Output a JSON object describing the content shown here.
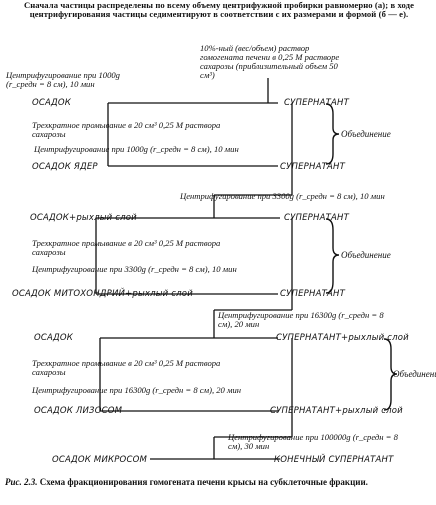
{
  "intro": "Сначала частицы распределены по всему объему центрифужной пробирки равномерно (a); в ходе центрифугирования частицы седиментируют в соответствии с их размерами и формой (б — е).",
  "nodes": {
    "homogenate": "10%-ный (вес/объем) раствор гомогената печени в 0,25 М растворе сахарозы (приблизительный объем 50 см³)",
    "spin1": "Центрифугирование при 1000g (r_средн = 8 см), 10 мин",
    "pellet1": "ОСАДОК",
    "super1": "СУПЕРНАТАНТ",
    "wash1": "Трехкратное промывание в 20 см³ 0,25 М раствора сахарозы",
    "spin1b": "Центрифугирование при 1000g (r_средн = 8 см), 10 мин",
    "combine1": "Объединение",
    "nuclei": "ОСАДОК ЯДЕР",
    "super1b": "СУПЕРНАТАНТ",
    "spin2": "Центрифугирование при 3300g (r_средн = 8 см), 10 мин",
    "pellet2": "ОСАДОК+рыхлый слой",
    "super2": "СУПЕРНАТАНТ",
    "wash2": "Трехкратное промывание в 20 см³ 0,25 М раствора сахарозы",
    "spin2b": "Центрифугирование при 3300g (r_средн = 8 см), 10 мин",
    "combine2": "Объединение",
    "mito": "ОСАДОК МИТОХОНДРИЙ+рыхлый слой",
    "super2b": "СУПЕРНАТАНТ",
    "spin3": "Центрифугирование при 16300g (r_средн = 8 см), 20 мин",
    "pellet3": "ОСАДОК",
    "super3": "СУПЕРНАТАНТ+рыхлый слой",
    "wash3": "Трехкратное промывание в 20 см³ 0,25 М раствора сахарозы",
    "spin3b": "Центрифугирование при 16300g (r_средн = 8 см), 20 мин",
    "combine3": "Объединение",
    "lyso": "ОСАДОК ЛИЗОСОМ",
    "super3b": "СУПЕРНАТАНТ+рыхлый слой",
    "spin4": "Центрифугирование при 100000g (r_средн = 8 см), 30 мин",
    "micro": "ОСАДОК МИКРОСОМ",
    "final": "КОНЕЧНЫЙ СУПЕРНАТАНТ"
  },
  "caption": {
    "label": "Рис. 2.3.",
    "text": "Схема фракционирования гомогената печени крысы на субклеточные фракции."
  }
}
